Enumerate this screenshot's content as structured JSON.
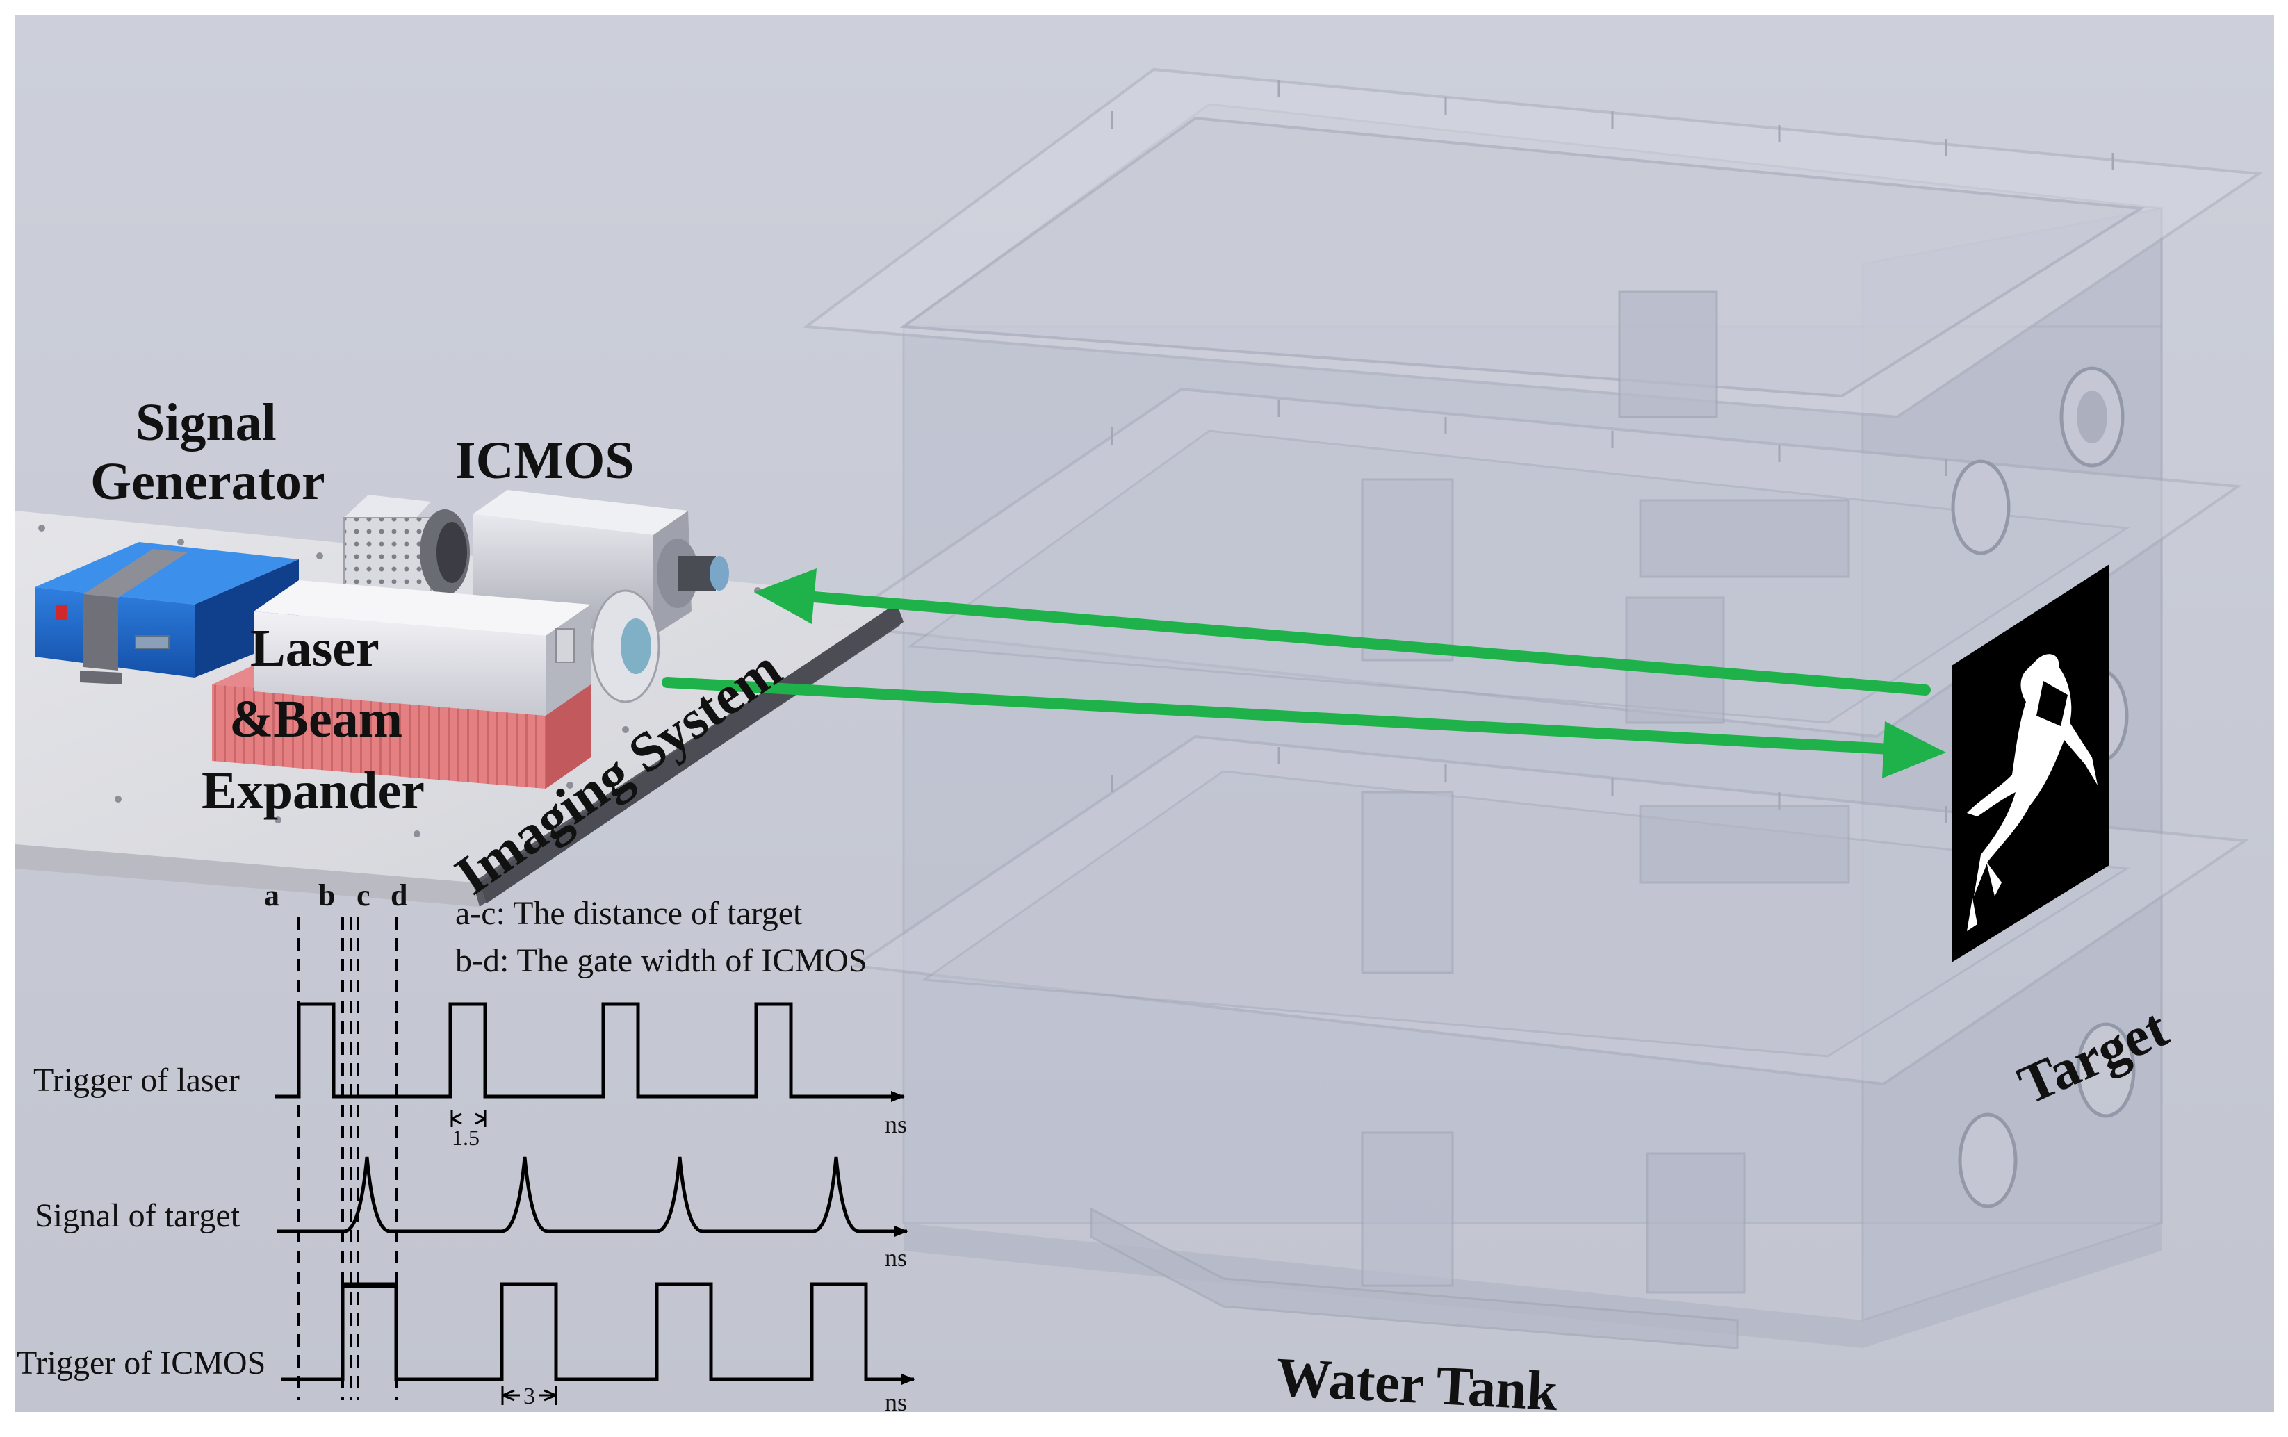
{
  "labels": {
    "signal_generator_line1": "Signal",
    "signal_generator_line2": "Generator",
    "icmos": "ICMOS",
    "laser_line1": "Laser",
    "laser_line2": "&Beam",
    "laser_line3": "Expander",
    "imaging_system": "Imaging System",
    "target": "Target",
    "water_tank": "Water Tank"
  },
  "timing": {
    "markers": [
      "a",
      "b",
      "c",
      "d"
    ],
    "legend_ac": "a-c: The distance of target",
    "legend_bd": "b-d: The gate width of ICMOS",
    "rows": [
      "Trigger of laser",
      "Signal of target",
      "Trigger of ICMOS"
    ],
    "unit": "ns",
    "laser_pulse_width": "1.5",
    "icmos_gate_width": "3"
  },
  "colors": {
    "background": "#c8cbd6",
    "beam": "#1fb14a",
    "signal_generator": "#1a62c8",
    "laser_expander": "#e07d80"
  }
}
